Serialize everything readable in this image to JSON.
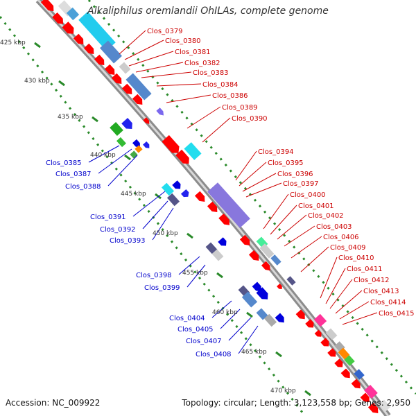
{
  "title": "Alkaliphilus oremlandii OhILAs, complete genome",
  "footer": {
    "accession": "Accession: NC_009922",
    "topology": "Topology: circular; Length: 3,123,558 bp; Genes: 2,950"
  },
  "colors": {
    "forward_labels": "#cc0000",
    "reverse_labels": "#0000cc",
    "backbone": "#8c8c8c",
    "ticks": "#2a8a2a"
  },
  "kbp_ticks": [
    "425 kbp",
    "430 kbp",
    "435 kbp",
    "440 kbp",
    "445 kbp",
    "450 kbp",
    "455 kbp",
    "460 kbp",
    "465 kbp",
    "470 kbp"
  ],
  "forward_genes": [
    "Clos_0379",
    "Clos_0380",
    "Clos_0381",
    "Clos_0382",
    "Clos_0383",
    "Clos_0384",
    "Clos_0386",
    "Clos_0389",
    "Clos_0390",
    "Clos_0394",
    "Clos_0395",
    "Clos_0396",
    "Clos_0397",
    "Clos_0400",
    "Clos_0401",
    "Clos_0402",
    "Clos_0403",
    "Clos_0406",
    "Clos_0409",
    "Clos_0410",
    "Clos_0411",
    "Clos_0412",
    "Clos_0413",
    "Clos_0414",
    "Clos_0415"
  ],
  "reverse_genes": [
    "Clos_0385",
    "Clos_0387",
    "Clos_0388",
    "Clos_0391",
    "Clos_0392",
    "Clos_0393",
    "Clos_0398",
    "Clos_0399",
    "Clos_0404",
    "Clos_0405",
    "Clos_0407",
    "Clos_0408"
  ]
}
